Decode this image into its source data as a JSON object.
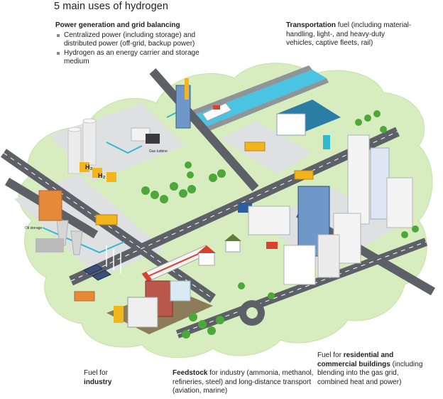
{
  "title": "5 main uses of hydrogen",
  "uses": {
    "power": {
      "heading": "Power generation and grid balancing",
      "bullets": [
        "Centralized power (including storage) and distributed power (off-grid, backup power)",
        "Hydrogen as an energy carrier and storage medium"
      ]
    },
    "transportation": {
      "heading": "Transportation",
      "text": " fuel (including material-handling, light-, and heavy-duty vehicles, captive fleets, rail)"
    },
    "residential": {
      "lead": "Fuel for ",
      "heading": "residential and commercial buildings",
      "text": " (including blending into the gas grid, combined heat and power)"
    },
    "industry": {
      "lead": "Fuel for",
      "heading": "industry"
    },
    "feedstock": {
      "heading": "Feedstock",
      "text": " for industry (ammonia, methanol, refineries, steel) and long-distance transport (aviation, marine)"
    }
  },
  "illustration": {
    "tank_labels": [
      "H₂",
      "H₂"
    ],
    "sign_labels": [
      "Gas turbine",
      "Oil storage"
    ],
    "colors": {
      "cloud": "#d7ecbf",
      "cloud_edge": "#c5e2a6",
      "road": "#5d6167",
      "road_marking": "#ffffff",
      "plaza": "#dfe0e2",
      "water": "#49c4e3",
      "glass": "#6f98c8",
      "hydrogen_pipe": "#2fb8cf",
      "tree": "#4ea73a",
      "accent_yellow": "#f2b51d",
      "brick": "#b9574a",
      "train_red": "#d8402f"
    }
  }
}
